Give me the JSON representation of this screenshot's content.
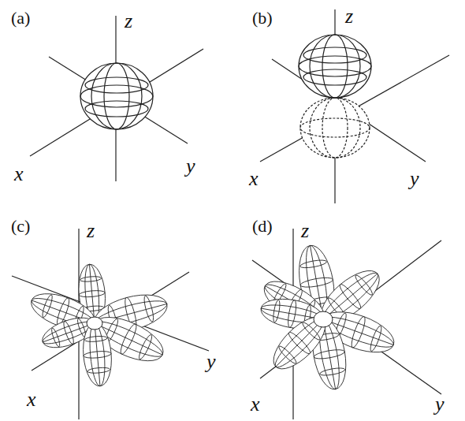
{
  "diagram": {
    "labels": [
      "(a)",
      "z",
      "x",
      "y",
      "(b)",
      "z",
      "x",
      "y",
      "(c)",
      "z",
      "x",
      "y",
      "(d)",
      "z",
      "x",
      "y"
    ]
  }
}
